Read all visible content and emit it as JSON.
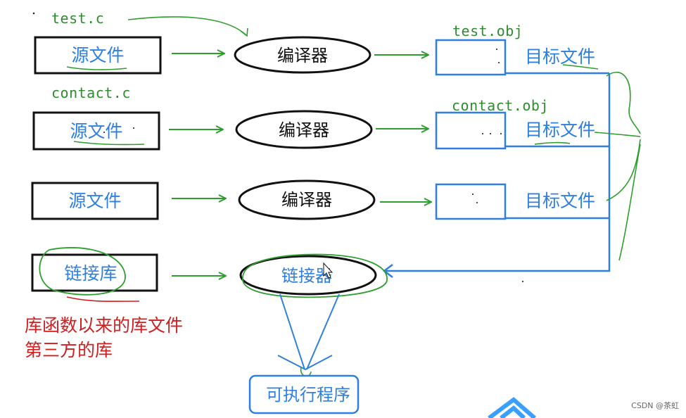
{
  "annotations": {
    "file1": "test.c",
    "file2": "contact.c",
    "obj1": "test.obj",
    "obj2": "contact.obj"
  },
  "rows": [
    {
      "source": "源文件",
      "tool": "编译器",
      "target": "目标文件"
    },
    {
      "source": "源文件",
      "tool": "编译器",
      "target": "目标文件"
    },
    {
      "source": "源文件",
      "tool": "编译器",
      "target": "目标文件"
    }
  ],
  "link_row": {
    "source": "链接库",
    "tool": "链接器"
  },
  "output": "可执行程序",
  "note": {
    "line1": "库函数以来的库文件",
    "line2": "第三方的库"
  },
  "watermark": "CSDN @茶虹",
  "colors": {
    "blue": "#2f7fe0",
    "green": "#2e9e2e",
    "red": "#d11f1f",
    "black": "#111111"
  }
}
